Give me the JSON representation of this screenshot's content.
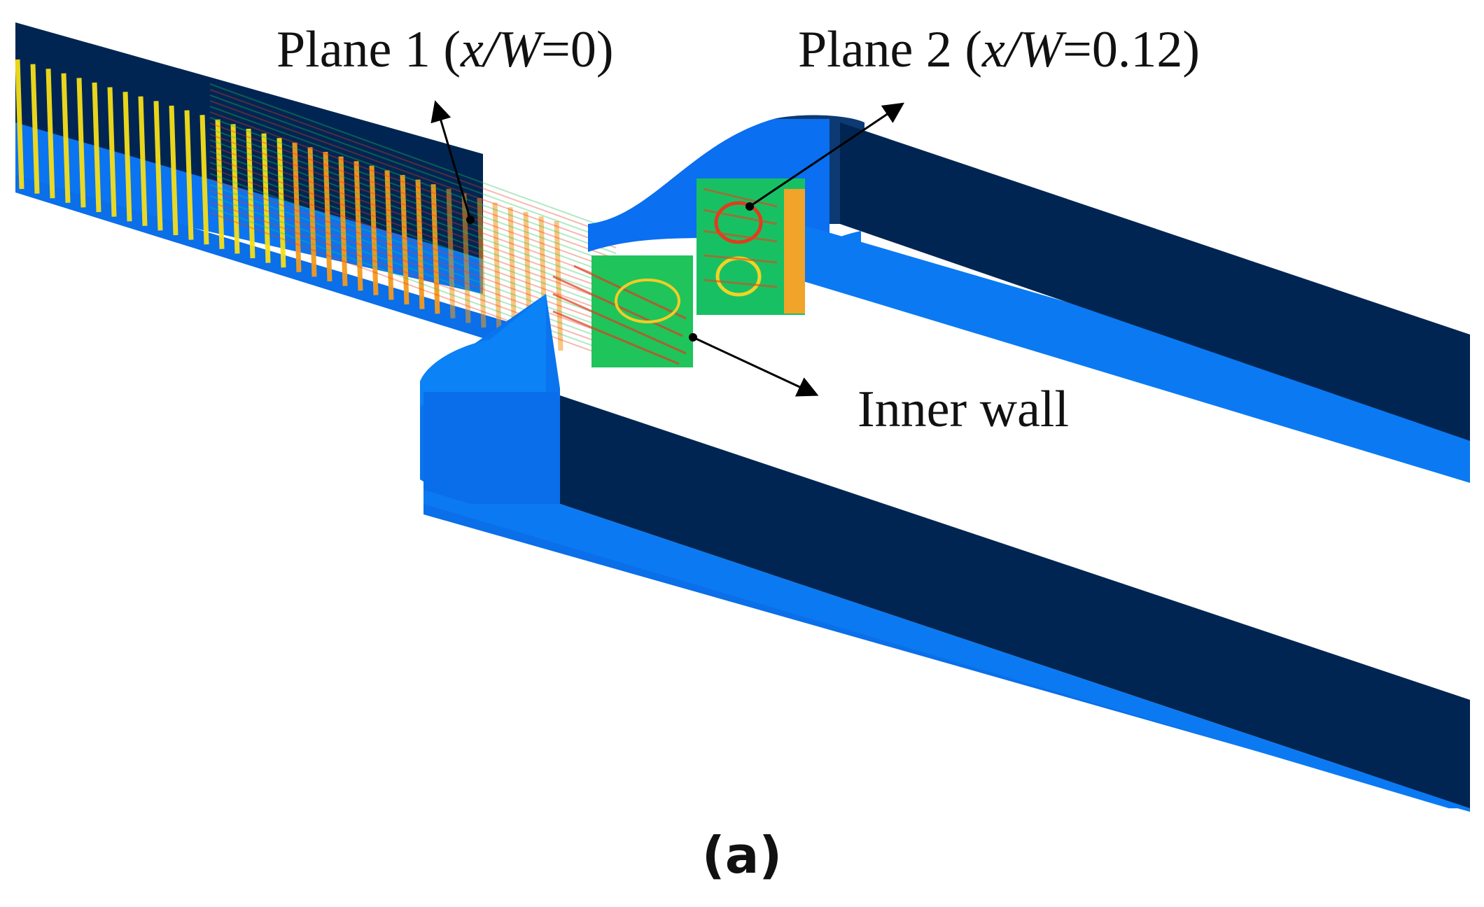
{
  "labels": {
    "plane1_prefix": "Plane 1 (",
    "plane1_var": "x/W",
    "plane1_suffix": "=0)",
    "plane2_prefix": "Plane 2 (",
    "plane2_var": "x/W",
    "plane2_suffix": "=0.12)",
    "inner_wall": "Inner wall"
  },
  "caption": "(a)",
  "colors": {
    "channel_dark": "#012552",
    "channel_light": "#0c7df0",
    "vector_hot": "#e83a1f",
    "vector_mid": "#f3d21a",
    "vector_cool": "#21c55b"
  }
}
